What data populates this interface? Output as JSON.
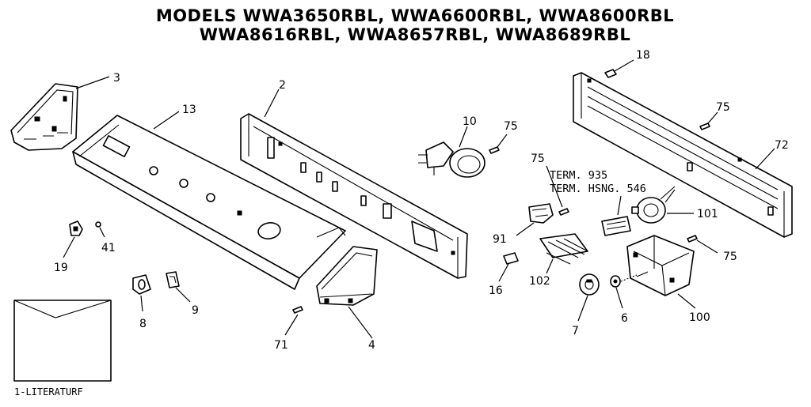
{
  "title": {
    "line1": "MODELS WWA3650RBL, WWA6600RBL, WWA8600RBL",
    "line2": "WWA8616RBL, WWA8657RBL, WWA8689RBL"
  },
  "labels": {
    "p2": "2",
    "p3": "3",
    "p4": "4",
    "p6": "6",
    "p7": "7",
    "p8": "8",
    "p9": "9",
    "p10": "10",
    "p13": "13",
    "p16": "16",
    "p18": "18",
    "p19": "19",
    "p41": "41",
    "p71": "71",
    "p72": "72",
    "p75a": "75",
    "p75b": "75",
    "p75c": "75",
    "p75d": "75",
    "p91": "91",
    "p100": "100",
    "p101": "101",
    "p102": "102"
  },
  "terminal_notes": {
    "term": "TERM. 935",
    "hsng": "TERM. HSNG. 546"
  },
  "literature": {
    "label": "1-LITERATURF"
  }
}
